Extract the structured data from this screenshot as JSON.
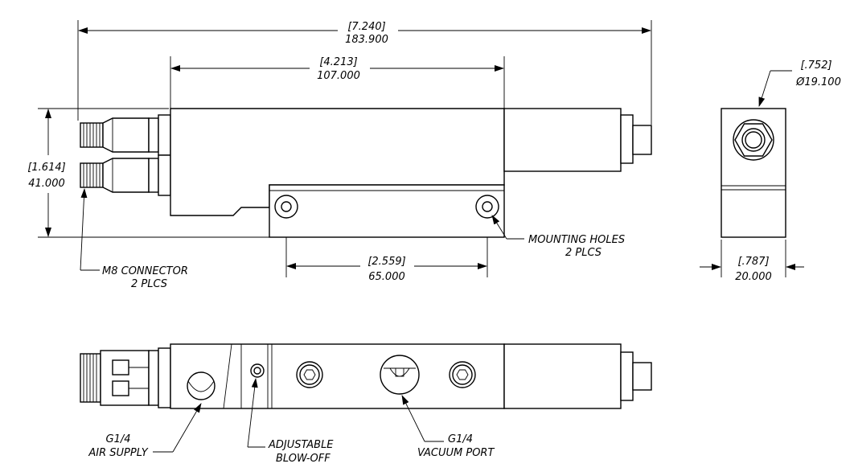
{
  "colors": {
    "line": "#000000",
    "background": "#ffffff"
  },
  "dimensions": {
    "overall_length": {
      "inch": "7.240",
      "mm": "183.900"
    },
    "body_length": {
      "inch": "4.213",
      "mm": "107.000"
    },
    "height": {
      "inch": "1.614",
      "mm": "41.000"
    },
    "hole_spacing": {
      "inch": "2.559",
      "mm": "65.000"
    },
    "diameter": {
      "inch": ".752",
      "mm": "19.100"
    },
    "width": {
      "inch": ".787",
      "mm": "20.000"
    }
  },
  "symbols": {
    "diameter": "Ø"
  },
  "callouts": {
    "m8_connector": {
      "line1": "M8 CONNECTOR",
      "line2": "2 PLCS"
    },
    "mounting_holes": {
      "line1": "MOUNTING HOLES",
      "line2": "2 PLCS"
    },
    "air_supply": {
      "line1": "G1/4",
      "line2": "AIR SUPPLY"
    },
    "blow_off": {
      "line1": "ADJUSTABLE",
      "line2": "BLOW-OFF"
    },
    "vacuum_port": {
      "line1": "G1/4",
      "line2": "VACUUM PORT"
    }
  }
}
